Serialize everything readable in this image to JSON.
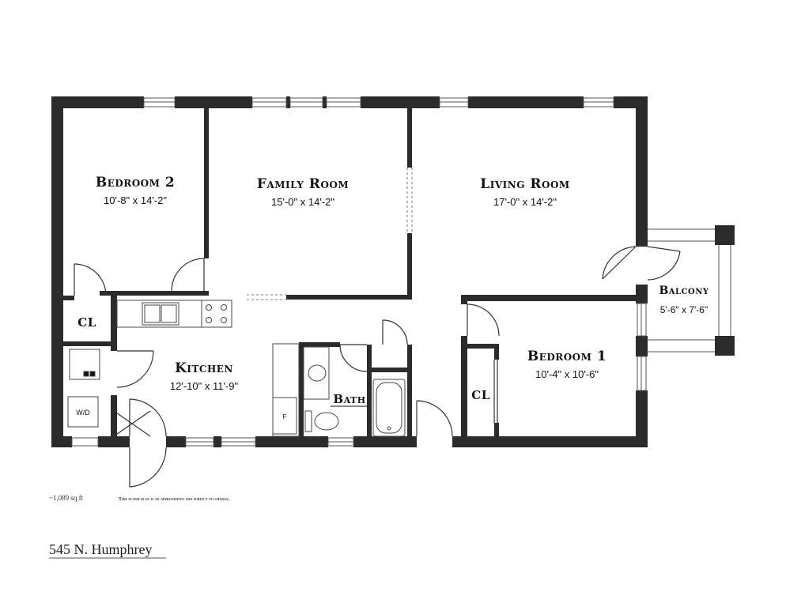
{
  "rooms": {
    "bedroom2": {
      "name": "Bedroom 2",
      "dims": "10'-8\" x 14'-2\""
    },
    "family": {
      "name": "Family Room",
      "dims": "15'-0\" x 14'-2\""
    },
    "living": {
      "name": "Living Room",
      "dims": "17'-0\" x 14'-2\""
    },
    "kitchen": {
      "name": "Kitchen",
      "dims": "12'-10\" x 11'-9\""
    },
    "bedroom1": {
      "name": "Bedroom 1",
      "dims": "10'-4\" x 10'-6\""
    },
    "balcony": {
      "name": "Balcony",
      "dims": "5'-6\" x 7'-6\""
    },
    "bath": {
      "name": "Bath"
    },
    "closet_left": {
      "name": "CL"
    },
    "closet_bed1": {
      "name": "CL"
    }
  },
  "fixtures": {
    "washer_dryer": "W/D",
    "fridge": "F"
  },
  "footer": {
    "area": "~1,089 sq ft",
    "disclaimer": "This floor plan is an approximate and subject to change.",
    "address": "545 N. Humphrey"
  }
}
